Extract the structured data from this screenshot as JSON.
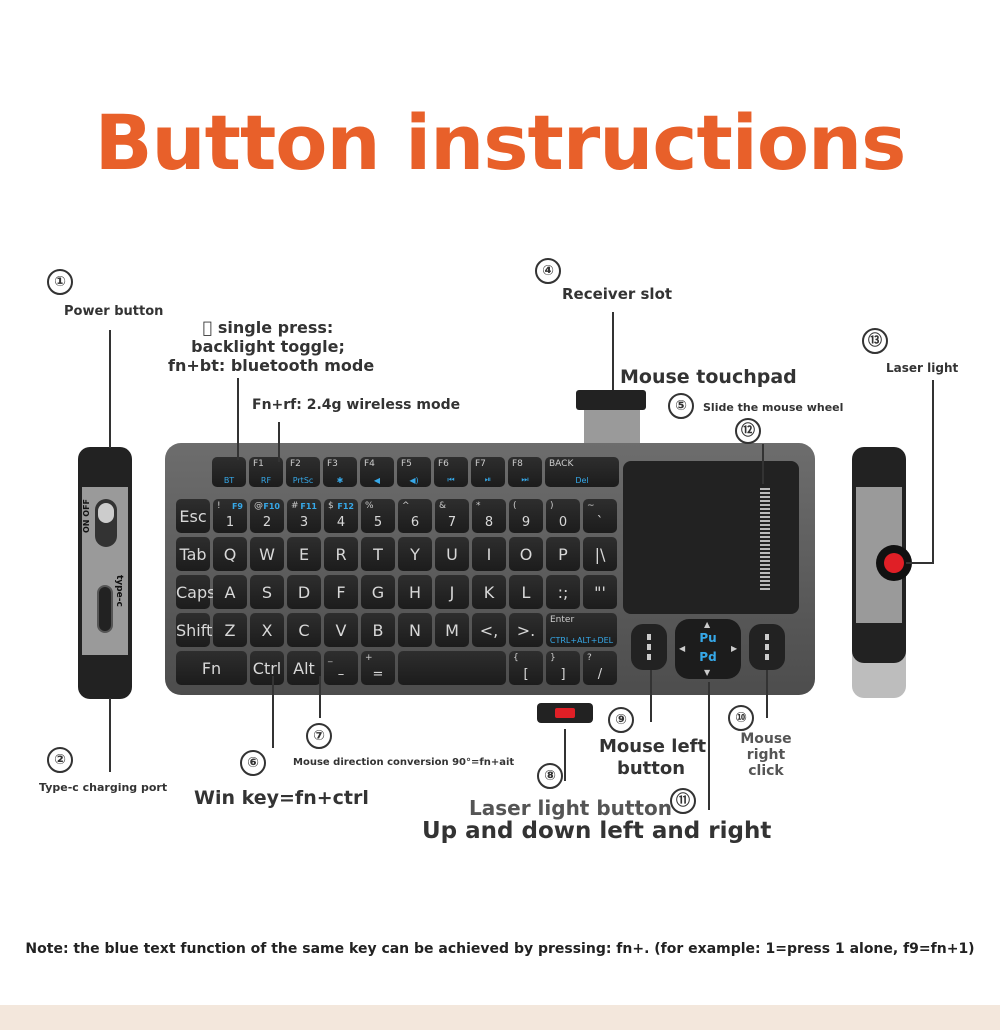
{
  "title": "Button instructions",
  "labels": {
    "power_button": "Power button",
    "backlight_line1": "\u0000 single press:",
    "backlight_line2": "backlight toggle;",
    "backlight_line3": "fn+bt: bluetooth mode",
    "rf_mode": "Fn+rf: 2.4g wireless mode",
    "receiver_slot": "Receiver slot",
    "mouse_touchpad": "Mouse touchpad",
    "slide_wheel": "Slide the mouse wheel",
    "laser_light": "Laser light",
    "typec_port": "Type-c charging port",
    "win_key": "Win key=fn+ctrl",
    "mouse_direction": "Mouse direction conversion 90°=fn+ait",
    "laser_button": "Laser light button",
    "arrows": "Up and down left and right",
    "mouse_left_1": "Mouse left",
    "mouse_left_2": "button",
    "mouse_right_1": "Mouse",
    "mouse_right_2": "right",
    "mouse_right_3": "click"
  },
  "numbers": [
    "①",
    "②",
    "④",
    "⑤",
    "⑥",
    "⑦",
    "⑧",
    "⑨",
    "⑩",
    "⑪",
    "⑫",
    "⑬"
  ],
  "device": {
    "switch_label": "ON OFF",
    "port_label": "type-c"
  },
  "keys": {
    "fn_row": [
      {
        "t": "",
        "s": "BT"
      },
      {
        "t": "F1",
        "s": "RF"
      },
      {
        "t": "F2",
        "s": "PrtSc"
      },
      {
        "t": "F3",
        "s": "✱"
      },
      {
        "t": "F4",
        "s": "◀"
      },
      {
        "t": "F5",
        "s": "◀)"
      },
      {
        "t": "F6",
        "s": "⏮"
      },
      {
        "t": "F7",
        "s": "⏯"
      },
      {
        "t": "F8",
        "s": "⏭"
      }
    ],
    "back": {
      "t": "BACK",
      "s": "Del"
    },
    "num_row": [
      {
        "m": "Esc"
      },
      {
        "t": "!",
        "tb": "F9",
        "r": "1"
      },
      {
        "t": "@",
        "tb": "F10",
        "r": "2"
      },
      {
        "t": "#",
        "tb": "F11",
        "r": "3"
      },
      {
        "t": "$",
        "tb": "F12",
        "r": "4"
      },
      {
        "t": "%",
        "r": "5"
      },
      {
        "t": "^",
        "r": "6"
      },
      {
        "t": "&",
        "r": "7"
      },
      {
        "t": "*",
        "r": "8"
      },
      {
        "t": "(",
        "r": "9"
      },
      {
        "t": ")",
        "r": "0"
      },
      {
        "t": "~",
        "r": "`"
      }
    ],
    "q_row": [
      "Tab",
      "Q",
      "W",
      "E",
      "R",
      "T",
      "Y",
      "U",
      "I",
      "O",
      "P",
      "|\\"
    ],
    "a_row": [
      "Caps",
      "A",
      "S",
      "D",
      "F",
      "G",
      "H",
      "J",
      "K",
      "L",
      ":;",
      "\"'"
    ],
    "z_row": [
      "Shift",
      "Z",
      "X",
      "C",
      "V",
      "B",
      "N",
      "M",
      "<,",
      ">."
    ],
    "enter": {
      "t": "Enter",
      "s": "CTRL+ALT+DEL"
    },
    "bottom_row": [
      {
        "m": "Fn"
      },
      {
        "m": "Ctrl"
      },
      {
        "m": "Alt"
      },
      {
        "t": "_",
        "r": "–"
      },
      {
        "t": "+",
        "r": "="
      },
      {
        "m": ""
      },
      {
        "t": "{",
        "r": "["
      },
      {
        "t": "}",
        "r": "]"
      },
      {
        "t": "?",
        "r": "/"
      }
    ],
    "pu": "Pu",
    "pd": "Pd"
  },
  "note": "Note: the blue text function of the same key can be achieved by pressing: fn+. (for example: 1=press 1 alone, f9=fn+1)"
}
